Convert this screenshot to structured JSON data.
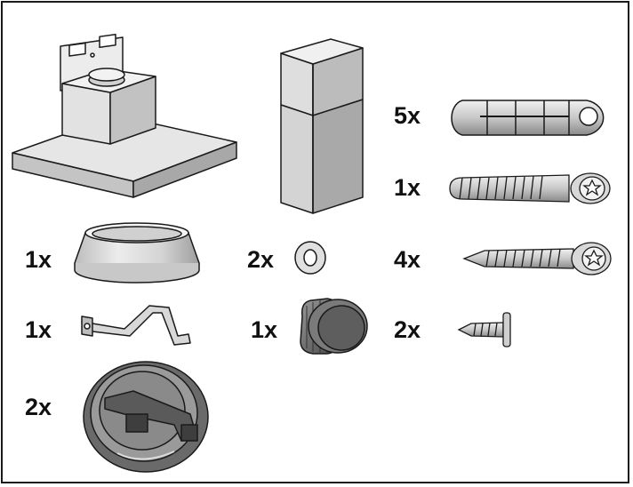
{
  "parts": [
    {
      "id": "hood",
      "quantity": "",
      "icon": "range-hood-icon"
    },
    {
      "id": "chimney",
      "quantity": "",
      "icon": "chimney-duct-icon"
    },
    {
      "id": "wall-anchor",
      "quantity": "5x",
      "icon": "wall-plug-icon"
    },
    {
      "id": "long-screw",
      "quantity": "1x",
      "icon": "long-screw-icon"
    },
    {
      "id": "torx-screw",
      "quantity": "4x",
      "icon": "torx-screw-icon"
    },
    {
      "id": "small-screw",
      "quantity": "2x",
      "icon": "small-screw-icon"
    },
    {
      "id": "duct-ring",
      "quantity": "1x",
      "icon": "duct-adapter-ring-icon"
    },
    {
      "id": "washer",
      "quantity": "2x",
      "icon": "washer-icon"
    },
    {
      "id": "bracket",
      "quantity": "1x",
      "icon": "bracket-icon"
    },
    {
      "id": "knob",
      "quantity": "1x",
      "icon": "knob-icon"
    },
    {
      "id": "flange",
      "quantity": "2x",
      "icon": "flange-clip-icon"
    }
  ],
  "colors": {
    "light": "#e8e8e8",
    "mid": "#c8c8c8",
    "dark": "#8a8a8a",
    "outline": "#1a1a1a"
  }
}
